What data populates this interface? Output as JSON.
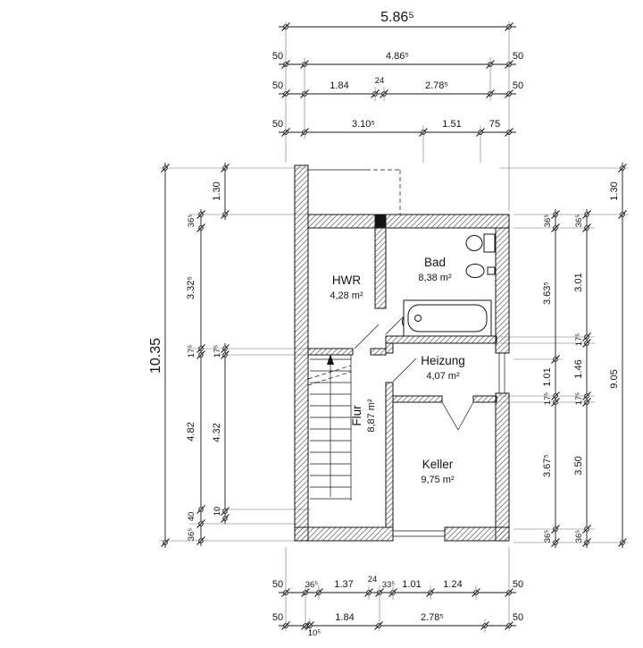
{
  "plan": {
    "rooms": {
      "hwr": {
        "name": "HWR",
        "area": "4,28 m²"
      },
      "bad": {
        "name": "Bad",
        "area": "8,38 m²"
      },
      "heizung": {
        "name": "Heizung",
        "area": "4,07 m²"
      },
      "flur": {
        "name": "Flur",
        "area": "8,87 m²"
      },
      "keller": {
        "name": "Keller",
        "area": "9,75 m²"
      }
    }
  },
  "dims": {
    "top": {
      "overall": "5.86⁵",
      "row2": [
        "50",
        "4.86⁵",
        "50"
      ],
      "row3": [
        "50",
        "1.84",
        "24",
        "2.78⁵",
        "50"
      ],
      "row4": [
        "50",
        "3.10⁵",
        "1.51",
        "75"
      ]
    },
    "bottom": {
      "row1": [
        "50",
        "36⁵",
        "1.37",
        "24",
        "33⁵",
        "1.01",
        "1.24",
        "50"
      ],
      "row2": [
        "50",
        "10⁵",
        "1.84",
        "2.78⁵",
        "50"
      ]
    },
    "left": {
      "overall": "10.35",
      "chain1": [
        "36⁵",
        "3.32⁵",
        "17⁵",
        "4.82",
        "40",
        "36⁵"
      ],
      "chain2": [
        "1.30",
        "17⁵",
        "4.32",
        "10"
      ]
    },
    "right": {
      "chain1": [
        "36⁵",
        "3.63⁵",
        "1.01",
        "17⁵",
        "3.67⁵",
        "36⁵"
      ],
      "chain2": [
        "36⁵",
        "3.01",
        "17⁵",
        "1.46",
        "17⁵",
        "3.50",
        "36⁵"
      ],
      "chain3": [
        "1.30",
        "9.05"
      ]
    }
  }
}
